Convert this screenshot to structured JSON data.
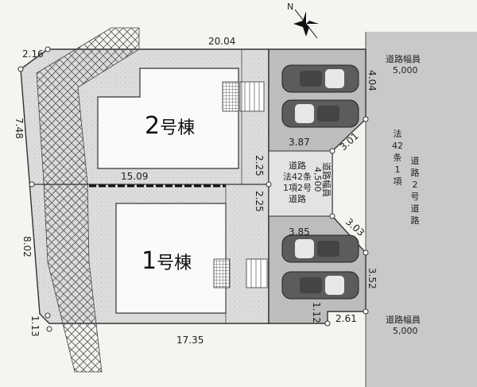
{
  "colors": {
    "background": "#f4f4f1",
    "lot": "#dedede",
    "building": "#fafafa",
    "road": "#c9c9c9",
    "parking": "#bdbdbd",
    "line": "#333333",
    "car": "#5c5c5c"
  },
  "icons": {
    "compass": "north-compass-icon"
  },
  "compass": {
    "label": "N"
  },
  "buildings": [
    {
      "id": "house-2",
      "num": "2",
      "suffix": "号棟"
    },
    {
      "id": "house-1",
      "num": "1",
      "suffix": "号棟"
    }
  ],
  "dimensions": {
    "top_left": "2.16",
    "top": "20.04",
    "left_upper": "7.48",
    "left_middle": "8.02",
    "left_lower": "1.13",
    "middle": "15.09",
    "bottom": "17.35",
    "right_top": "4.04",
    "upper_width": "3.87",
    "upper_diag": "3.01",
    "gap_upper": "2.25",
    "gap_lower": "2.25",
    "lower_width": "3.85",
    "lower_diag": "3.03",
    "right_lower": "3.52",
    "bottom_small": "1.12",
    "bottom_right": "2.61"
  },
  "private_road": {
    "label_lines": [
      "道路",
      "法42条",
      "1項2号",
      "道路"
    ],
    "width_label": "道路幅員",
    "width_value": "4,500"
  },
  "public_road": {
    "top_label": "道路幅員",
    "top_value": "5,000",
    "vertical_lines": [
      [
        "法",
        "42",
        "条",
        "1",
        "項"
      ],
      [
        "道",
        "路",
        "2",
        "号",
        "道",
        "路"
      ]
    ],
    "bottom_label": "道路幅員",
    "bottom_value": "5,000"
  }
}
